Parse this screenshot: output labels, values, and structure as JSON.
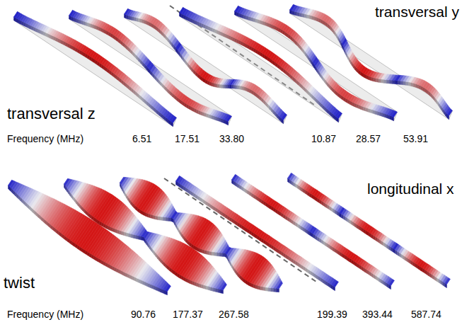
{
  "diagram": {
    "labels": [
      "transversal y",
      "transversal z",
      "Frequency (MHz)",
      "6.51",
      "17.51",
      "33.80",
      "10.87",
      "28.57",
      "53.91",
      "longitudinal x",
      "twist",
      "Frequency (MHz)",
      "90.76",
      "177.37",
      "267.58",
      "199.39",
      "393.44",
      "587.74"
    ]
  }
}
